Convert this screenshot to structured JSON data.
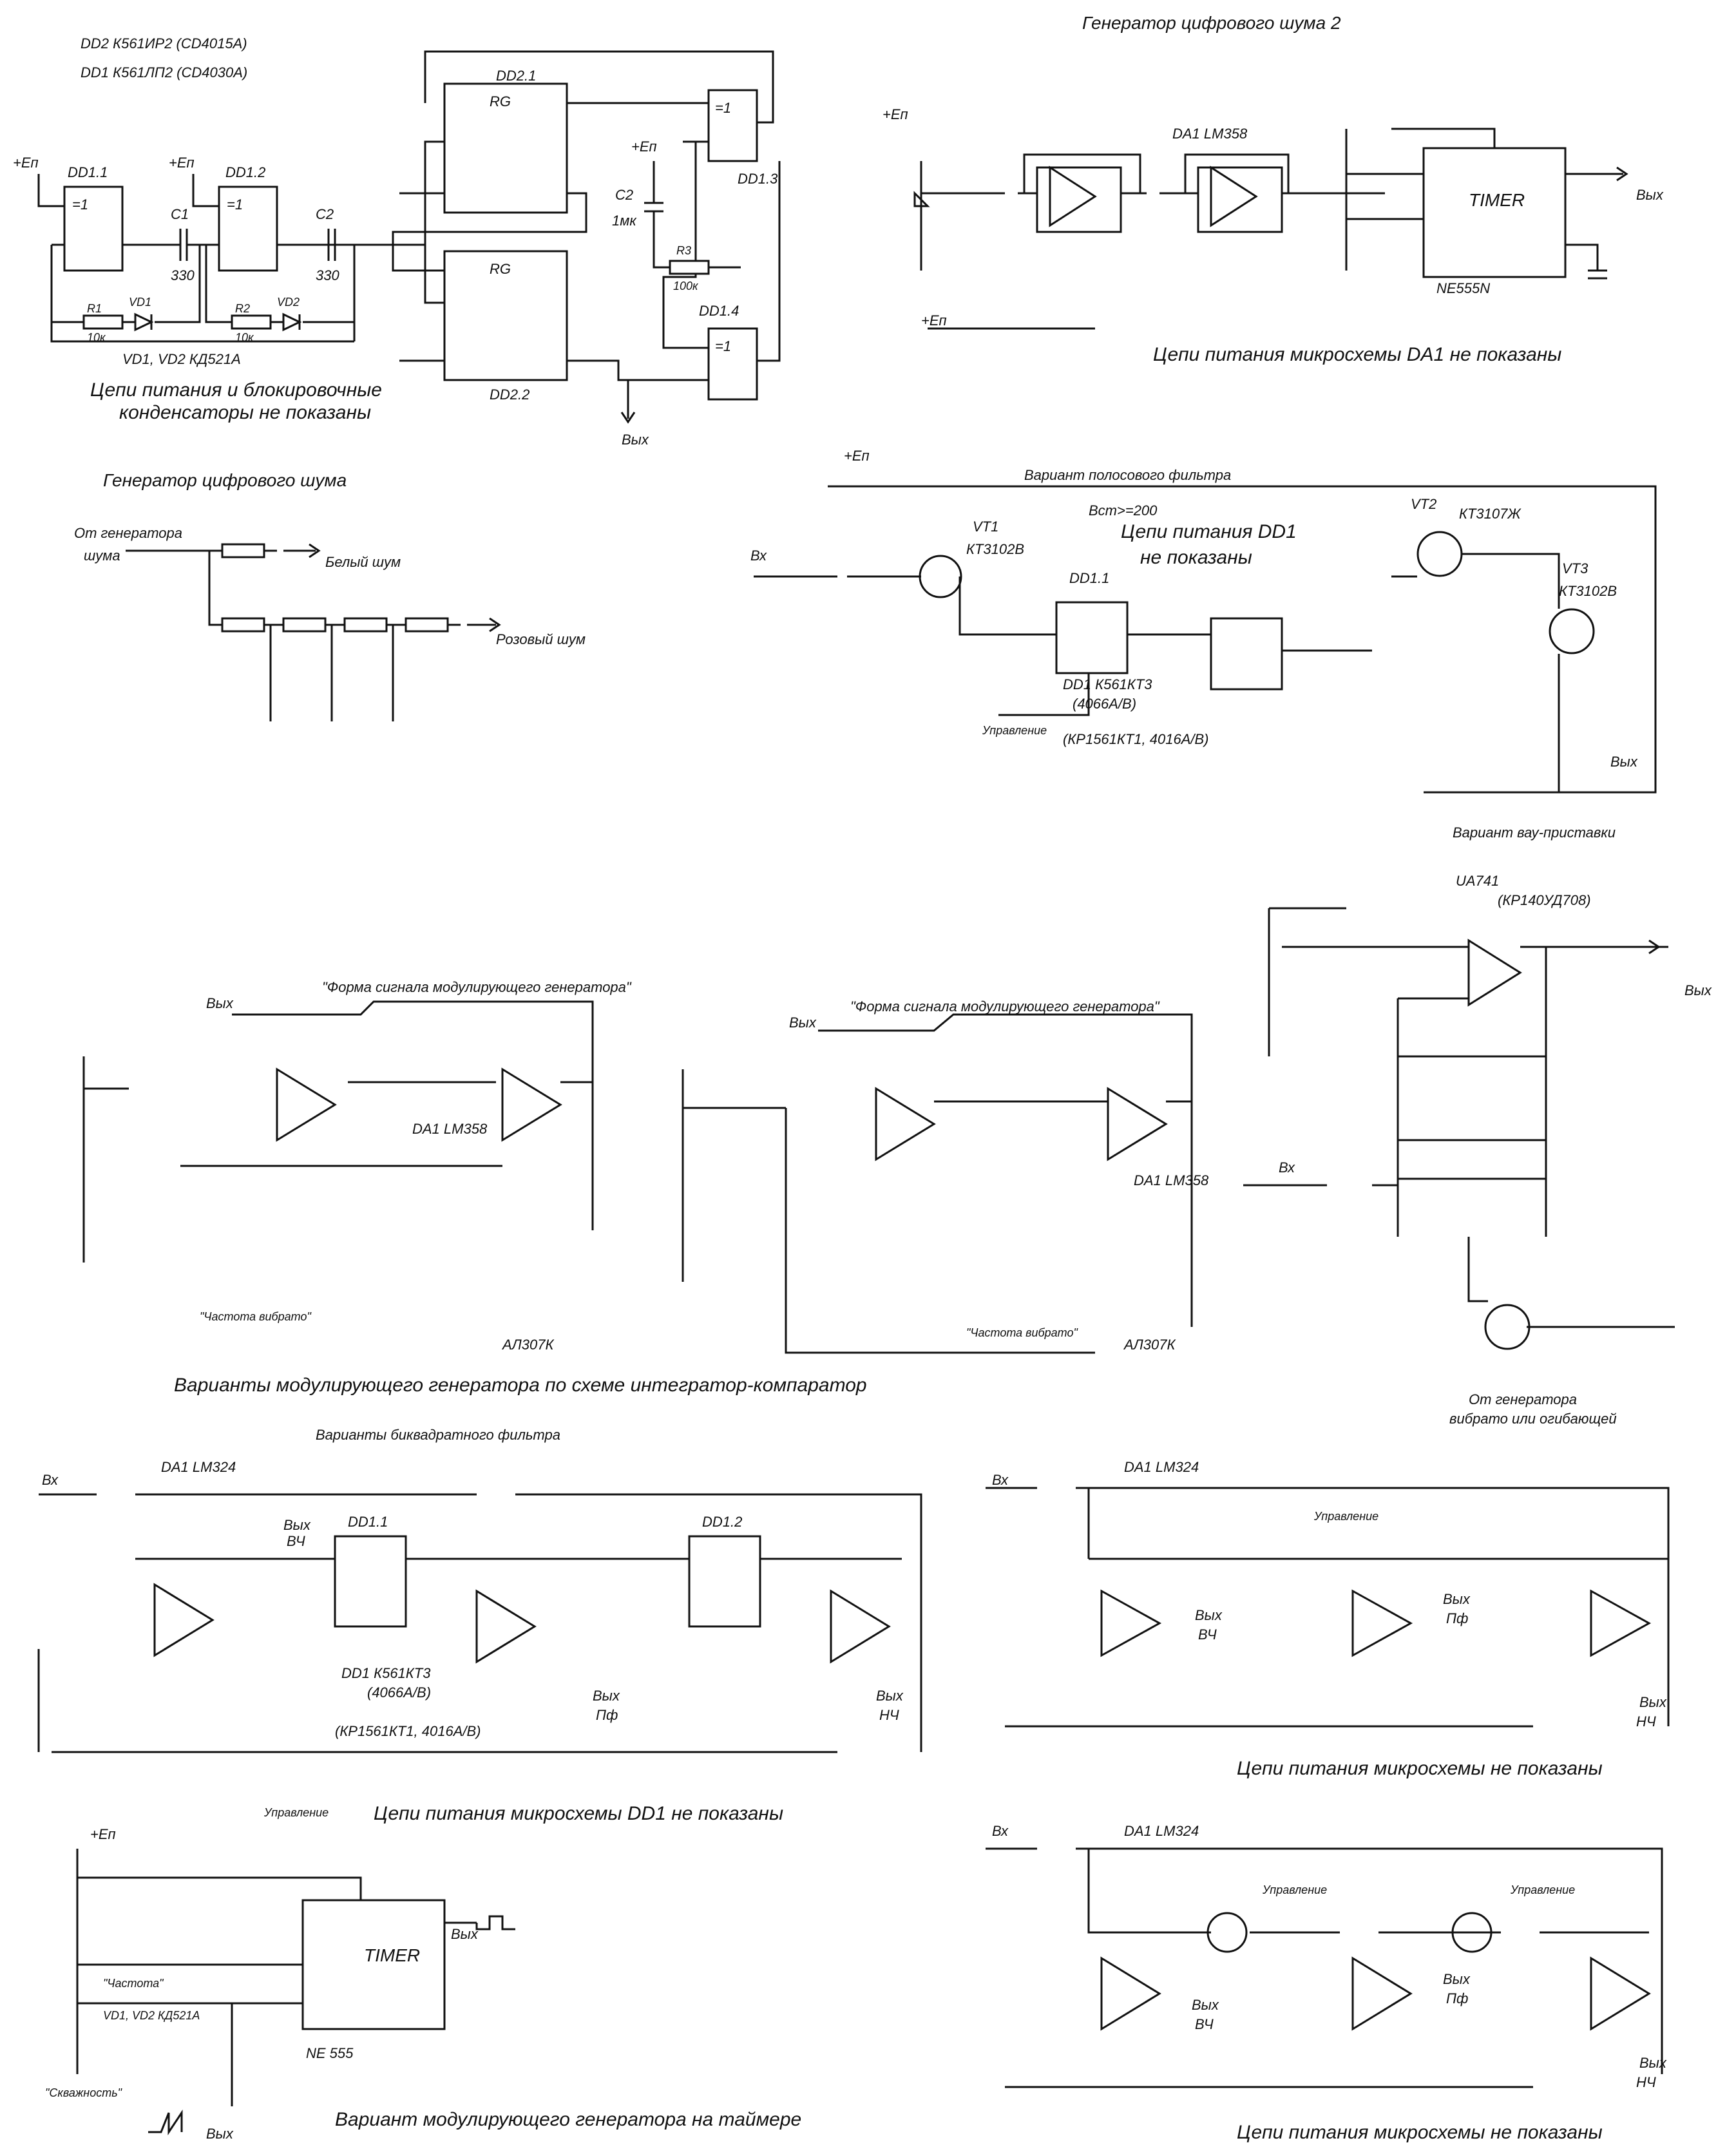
{
  "headers": {
    "dd_types_1": "DD2 К561ИР2 (CD4015A)",
    "dd_types_2": "DD1 К561ЛП2 (CD4030A)",
    "gen2_title": "Генератор цифрового шума 2",
    "gen_title": "Генератор цифрового шума",
    "bandpass_title": "Вариант полосового фильтра",
    "wah_title": "Вариант вау-приставки",
    "biquad_title": "Варианты биквадратного фильтра"
  },
  "captions": {
    "noise_power": "Цепи питания и блокировочные",
    "noise_power2": "конденсаторы не показаны",
    "gen2_power": "Цепи питания микросхемы DA1 не показаны",
    "modgen_variants": "Варианты модулирующего генератора по схеме интегратор-компаратор",
    "dd1_power": "Цепи питания микросхемы DD1 не показаны",
    "chip_power_1": "Цепи питания микросхемы не показаны",
    "chip_power_2": "Цепи питания микросхемы не показаны",
    "timer_mod": "Вариант модулирующего генератора на таймере"
  },
  "labels": {
    "dd1_1": "DD1.1",
    "dd1_2": "DD1.2",
    "dd1_3": "DD1.3",
    "dd1_4": "DD1.4",
    "dd2_1": "DD2.1",
    "dd2_2": "DD2.2",
    "c1": "C1",
    "c1v": "330",
    "c2": "C2",
    "c2v": "330",
    "c2big": "C2",
    "c2bigv": "1мк",
    "r1": "R1",
    "r1v": "10к",
    "r2": "R2",
    "r2v": "10к",
    "r3": "R3",
    "r3v": "100к",
    "vd1": "VD1",
    "vd2": "VD2",
    "vd_type": "VD1, VD2 КД521А",
    "vyh": "Вых",
    "ep": "+Eп",
    "xor": "=1",
    "rg": "RG",
    "ne555": "NE555N",
    "timer": "TIMER",
    "da1_lm358": "DA1 LM358",
    "from_gen": "От генератора",
    "shuma": "шума",
    "white": "Белый шум",
    "pink": "Розовый шум",
    "vx": "Вх",
    "bst": "Bст>=200",
    "dd1_power_inline": "Цепи питания DD1",
    "dd1_power_inline2": "не показаны",
    "k561kt3": "DD1 К561КТ3",
    "k4066": "(4066A/B)",
    "kr1561": "(КР1561КТ1, 4016A/B)",
    "upravlenie": "Управление",
    "vt1": "VT1",
    "vt1t": "КТ3102В",
    "vt2": "VT2",
    "vt2t": "КТ3107Ж",
    "vt3": "VT3",
    "vt3t": "КТ3102В",
    "da1_ua741": "UA741",
    "kr140": "(КР140УД708)",
    "sa1_form": "\"Форма сигнала модулирующего генератора\"",
    "freq_vibrato": "\"Частота вибрато\"",
    "al307k": "АЛ307К",
    "da1_lm324": "DA1 LM324",
    "vych": "ВЧ",
    "pf": "Пф",
    "nch": "НЧ",
    "from_vibr": "От генератора",
    "from_vibr2": "вибрато или огибающей",
    "chastota": "\"Частота\"",
    "skvazh": "\"Скважность\"",
    "ne555b": "NE 555"
  }
}
